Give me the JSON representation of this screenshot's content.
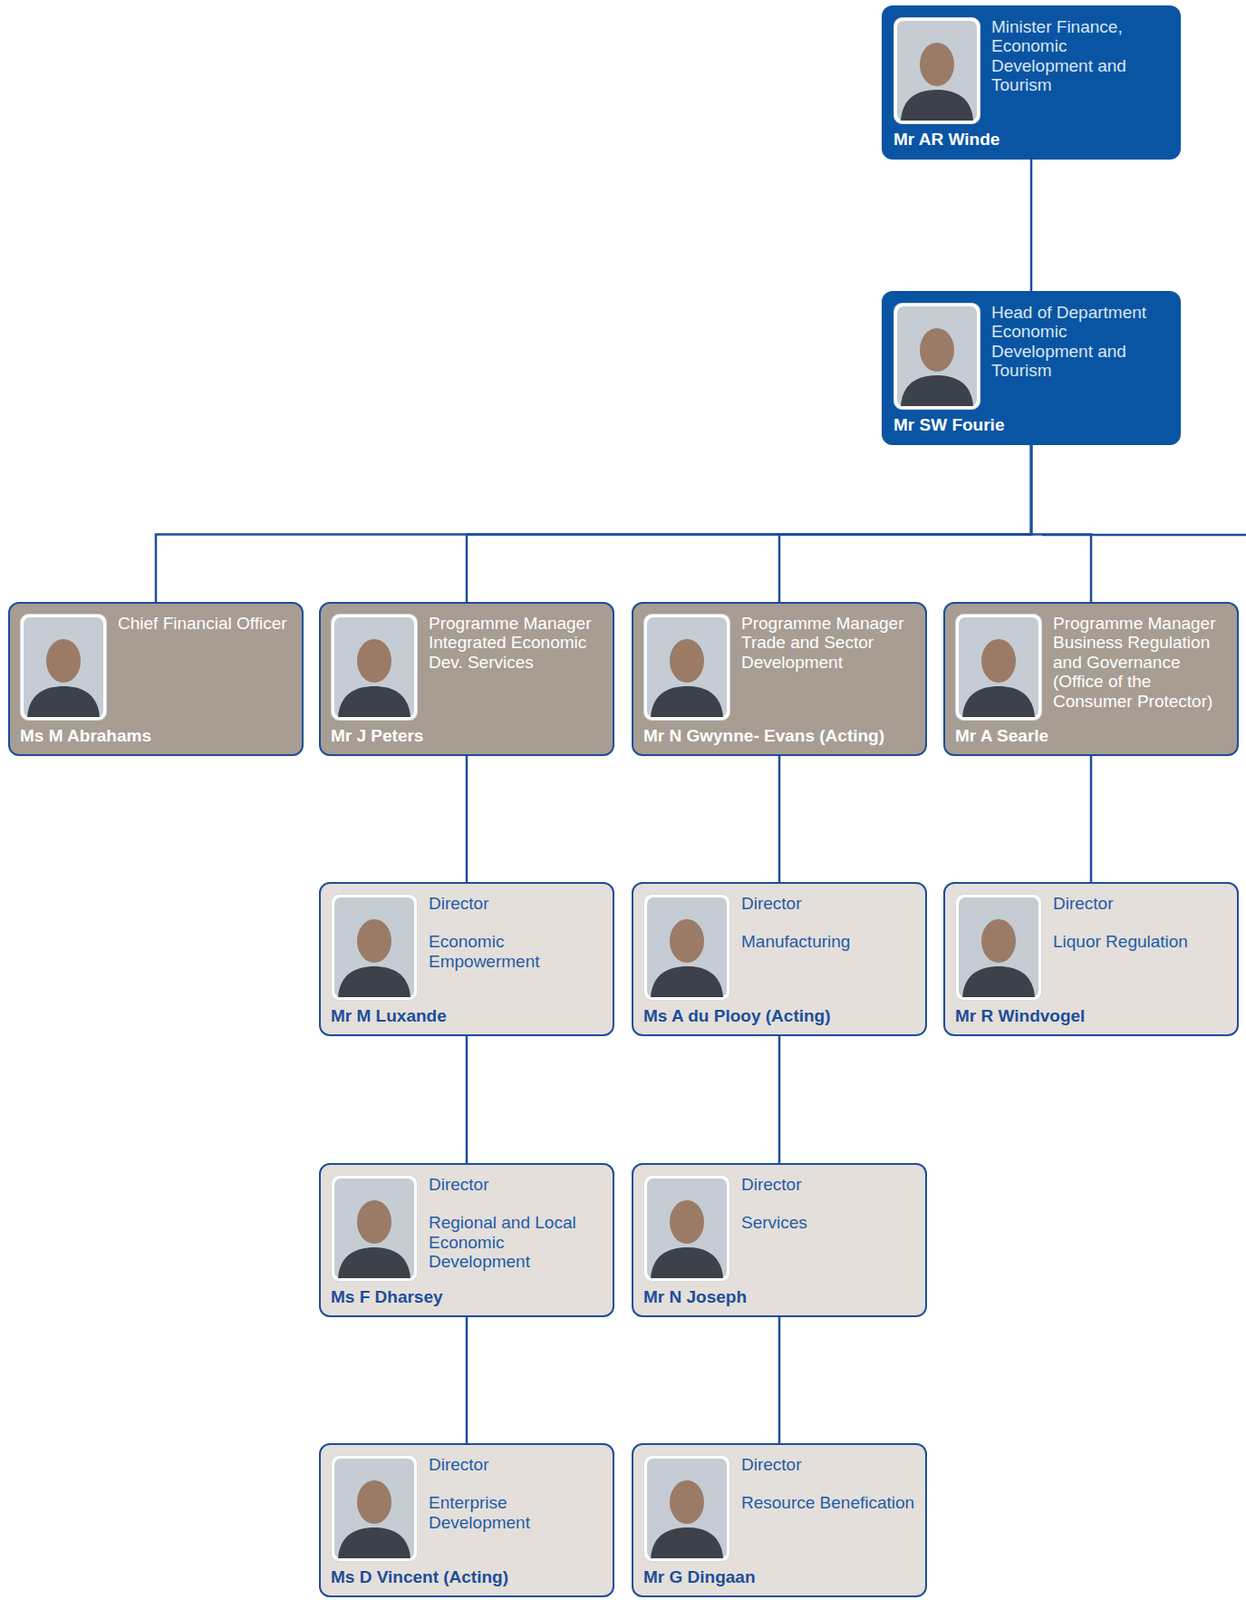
{
  "diagram": {
    "nodes": [
      {
        "text": [
          "Minister Finance, Economic Development and Tourism",
          "Mr AR Winde"
        ]
      },
      {
        "text": [
          "Head of Department Economic Development and Tourism",
          "Mr SW Fourie"
        ]
      },
      {
        "text": [
          "Chief Financial Officer",
          "Ms M Abrahams"
        ]
      },
      {
        "text": [
          "Programme Manager Integrated Economic Dev. Services",
          "Mr J Peters"
        ]
      },
      {
        "text": [
          "Programme Manager Trade and Sector Development",
          "Mr N Gwynne- Evans (Acting)"
        ]
      },
      {
        "text": [
          "Programme Manager Business Regulation and Governance (Office of the Consumer Protector)",
          "Mr A Searle"
        ]
      },
      {
        "text": [
          "Director",
          "Economic Empowerment",
          "Mr M Luxande"
        ]
      },
      {
        "text": [
          "Director",
          "Manufacturing",
          "Ms A du Plooy (Acting)"
        ]
      },
      {
        "text": [
          "Director",
          "Liquor Regulation",
          "Mr R Windvogel"
        ]
      },
      {
        "text": [
          "Director",
          "Regional and Local Economic Development",
          "Ms F Dharsey"
        ]
      },
      {
        "text": [
          "Director",
          "Services",
          "Mr N Joseph"
        ]
      },
      {
        "text": [
          "Director",
          "Enterprise Development",
          "Ms D Vincent (Acting)"
        ]
      },
      {
        "text": [
          "Director",
          "Resource Benefication",
          "Mr G Dingaan"
        ]
      }
    ],
    "edges": [
      {
        "from": 0,
        "to": 1,
        "arrow": "none"
      },
      {
        "from": 1,
        "to": 2,
        "arrow": "none"
      },
      {
        "from": 1,
        "to": 3,
        "arrow": "none"
      },
      {
        "from": 1,
        "to": 4,
        "arrow": "none"
      },
      {
        "from": 1,
        "to": 5,
        "arrow": "none"
      },
      {
        "from": 3,
        "to": 6,
        "arrow": "none"
      },
      {
        "from": 6,
        "to": 9,
        "arrow": "none"
      },
      {
        "from": 9,
        "to": 11,
        "arrow": "none"
      },
      {
        "from": 4,
        "to": 7,
        "arrow": "none"
      },
      {
        "from": 7,
        "to": 10,
        "arrow": "none"
      },
      {
        "from": 10,
        "to": 12,
        "arrow": "none"
      },
      {
        "from": 5,
        "to": 8,
        "arrow": "none"
      }
    ]
  }
}
